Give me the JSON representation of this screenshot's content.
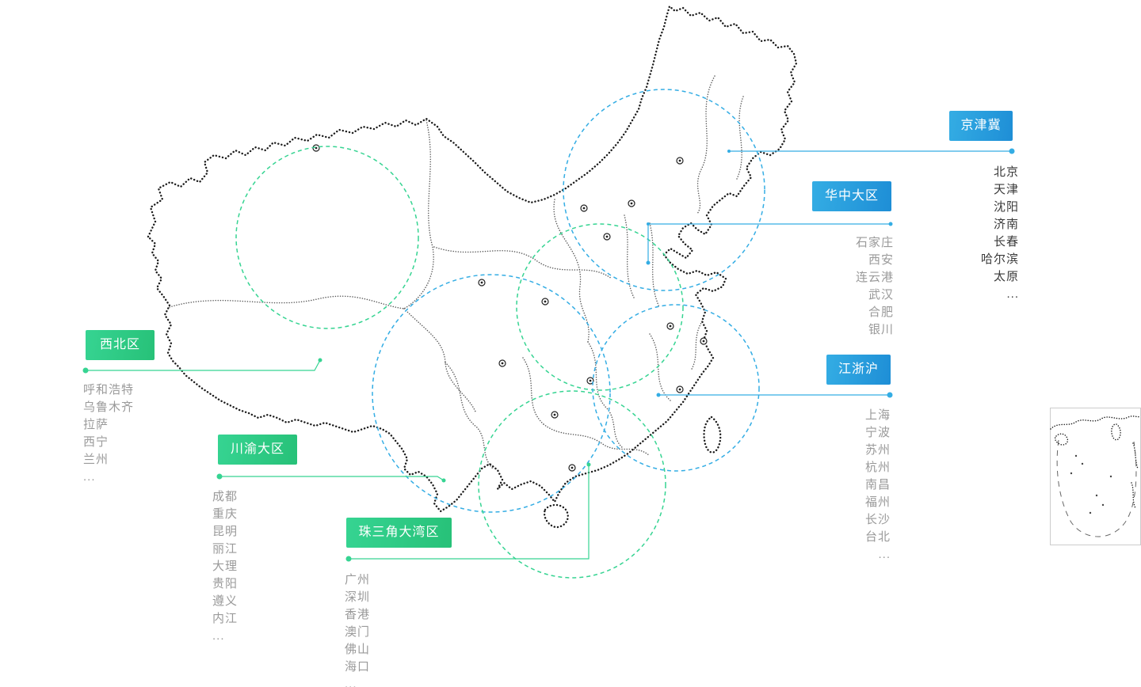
{
  "colors": {
    "blue": "#34ade4",
    "blue_deep": "#1e8ed6",
    "green": "#36d492",
    "green_deep": "#27c178",
    "map_ink": "#1c1c1c",
    "list_text": "#9a9a9a",
    "list_text_dark": "#3a3a3a",
    "background": "#ffffff"
  },
  "regions": [
    {
      "label": "京津冀",
      "theme": "blue",
      "cities": [
        "北京",
        "天津",
        "沈阳",
        "济南",
        "长春",
        "哈尔滨",
        "太原",
        "..."
      ]
    },
    {
      "label": "华中大区",
      "theme": "blue",
      "cities": [
        "石家庄",
        "西安",
        "连云港",
        "武汉",
        "合肥",
        "银川"
      ]
    },
    {
      "label": "西北区",
      "theme": "green",
      "cities": [
        "呼和浩特",
        "乌鲁木齐",
        "拉萨",
        "西宁",
        "兰州",
        "..."
      ]
    },
    {
      "label": "川渝大区",
      "theme": "green",
      "cities": [
        "成都",
        "重庆",
        "昆明",
        "丽江",
        "大理",
        "贵阳",
        "遵义",
        "内江",
        "..."
      ]
    },
    {
      "label": "珠三角大湾区",
      "theme": "green",
      "cities": [
        "广州",
        "深圳",
        "香港",
        "澳门",
        "佛山",
        "海口",
        "..."
      ]
    },
    {
      "label": "江浙沪",
      "theme": "blue",
      "cities": [
        "上海",
        "宁波",
        "苏州",
        "杭州",
        "南昌",
        "福州",
        "长沙",
        "台北",
        "..."
      ]
    }
  ]
}
